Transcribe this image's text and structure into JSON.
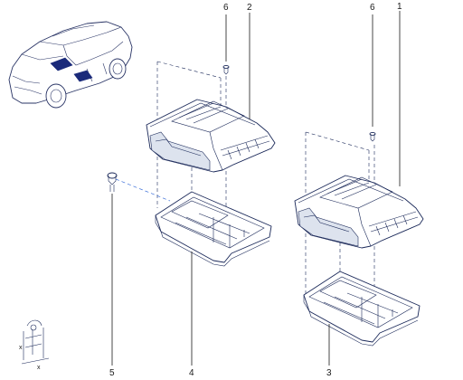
{
  "callouts": {
    "c1": "1",
    "c2": "2",
    "c3": "3",
    "c4": "4",
    "c5": "5",
    "c6a": "6",
    "c6b": "6"
  },
  "dimension_labels": {
    "vertical": "x",
    "horizontal": "x"
  },
  "colors": {
    "line": "#1c2a5a",
    "highlight": "#1a2a7a",
    "callout_text": "#1a1a1a"
  }
}
